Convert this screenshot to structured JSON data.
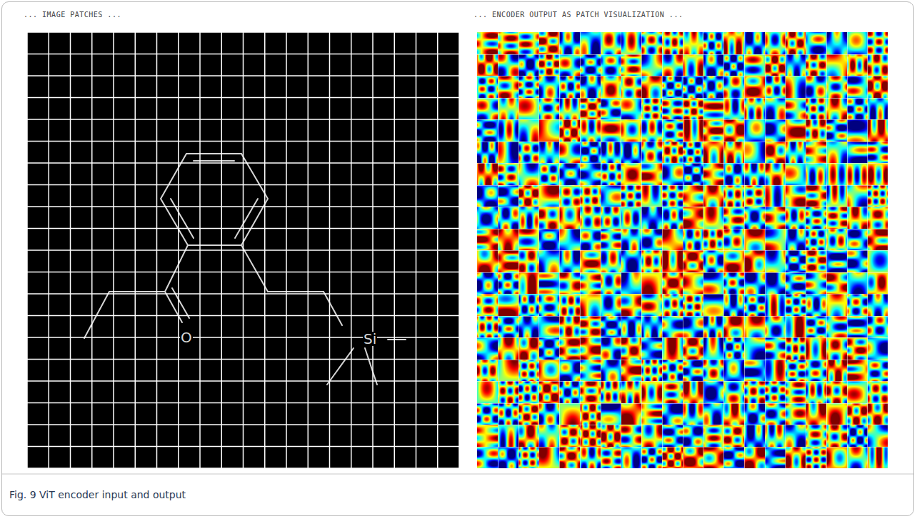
{
  "diagram": {
    "caption": "Fig. 9 ViT encoder input and output",
    "labels": [
      "... IMAGE PATCHES ...",
      "... ENCODER OUTPUT AS PATCH VISUALIZATION ...",
      "O",
      "Si"
    ]
  }
}
